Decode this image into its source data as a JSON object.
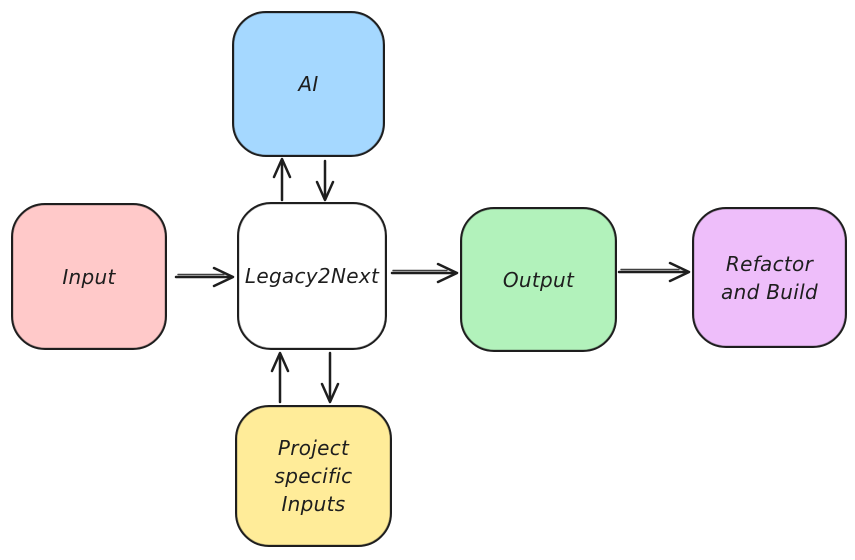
{
  "diagram": {
    "background": "#ffffff",
    "stroke": "#1e1e1e",
    "nodes": {
      "ai": {
        "label": "AI",
        "fill": "#a5d8ff"
      },
      "input": {
        "label": "Input",
        "fill": "#ffc9c9"
      },
      "legacy2next": {
        "label": "Legacy2Next",
        "fill": "#ffffff"
      },
      "output": {
        "label": "Output",
        "fill": "#b2f2bb"
      },
      "refactor_and_build": {
        "label": "Refactor and Build",
        "fill": "#eebefa"
      },
      "project_specific_inputs": {
        "label": "Project specific Inputs",
        "fill": "#ffec99"
      }
    },
    "edges": [
      {
        "from": "Input",
        "to": "Legacy2Next"
      },
      {
        "from": "Legacy2Next",
        "to": "AI"
      },
      {
        "from": "AI",
        "to": "Legacy2Next"
      },
      {
        "from": "Legacy2Next",
        "to": "Output"
      },
      {
        "from": "Output",
        "to": "Refactor and Build"
      },
      {
        "from": "Project specific Inputs",
        "to": "Legacy2Next"
      },
      {
        "from": "Legacy2Next",
        "to": "Project specific Inputs"
      }
    ]
  }
}
